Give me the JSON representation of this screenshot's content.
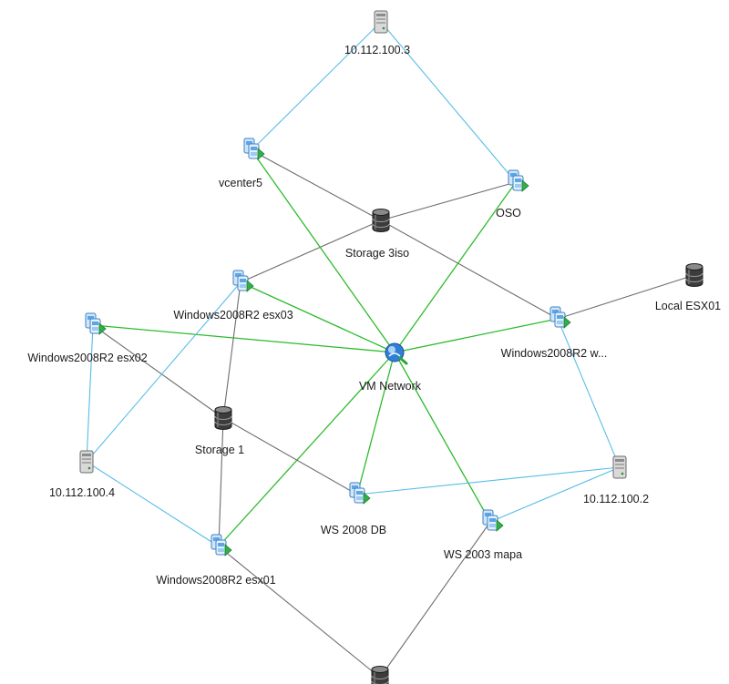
{
  "colors": {
    "host_link": "#58bde6",
    "network_link": "#2dbb2d",
    "storage_link": "#6e6e6e",
    "vm_accent": "#5aa6e8",
    "vm_play": "#2fb04a",
    "label": "#1a1a1a"
  },
  "nodes": [
    {
      "id": "h3",
      "kind": "host",
      "label": "10.112.100.3"
    },
    {
      "id": "vc5",
      "kind": "vm",
      "label": "vcenter5"
    },
    {
      "id": "oso",
      "kind": "vm",
      "label": "OSO"
    },
    {
      "id": "s3",
      "kind": "storage",
      "label": "Storage  3iso"
    },
    {
      "id": "le",
      "kind": "storage",
      "label": "Local ESX01"
    },
    {
      "id": "w03",
      "kind": "vm",
      "label": "Windows2008R2  esx03"
    },
    {
      "id": "w02",
      "kind": "vm",
      "label": "Windows2008R2  esx02"
    },
    {
      "id": "ww",
      "kind": "vm",
      "label": "Windows2008R2  w..."
    },
    {
      "id": "net",
      "kind": "network",
      "label": "VM Network"
    },
    {
      "id": "s1",
      "kind": "storage",
      "label": "Storage  1"
    },
    {
      "id": "h4",
      "kind": "host",
      "label": "10.112.100.4"
    },
    {
      "id": "h2",
      "kind": "host",
      "label": "10.112.100.2"
    },
    {
      "id": "wsdb",
      "kind": "vm",
      "label": "WS 2008 DB"
    },
    {
      "id": "wsm",
      "kind": "vm",
      "label": "WS 2003 mapa"
    },
    {
      "id": "w01",
      "kind": "vm",
      "label": "Windows2008R2  esx01"
    },
    {
      "id": "sb",
      "kind": "storage",
      "label": ""
    }
  ],
  "links": [
    {
      "from": "h3",
      "to": "vc5",
      "type": "host"
    },
    {
      "from": "h3",
      "to": "oso",
      "type": "host"
    },
    {
      "from": "vc5",
      "to": "s3",
      "type": "storage"
    },
    {
      "from": "oso",
      "to": "s3",
      "type": "storage"
    },
    {
      "from": "w03",
      "to": "s3",
      "type": "storage"
    },
    {
      "from": "ww",
      "to": "s3",
      "type": "storage"
    },
    {
      "from": "ww",
      "to": "le",
      "type": "storage"
    },
    {
      "from": "vc5",
      "to": "net",
      "type": "network"
    },
    {
      "from": "oso",
      "to": "net",
      "type": "network"
    },
    {
      "from": "w03",
      "to": "net",
      "type": "network"
    },
    {
      "from": "w02",
      "to": "net",
      "type": "network"
    },
    {
      "from": "ww",
      "to": "net",
      "type": "network"
    },
    {
      "from": "wsdb",
      "to": "net",
      "type": "network"
    },
    {
      "from": "wsm",
      "to": "net",
      "type": "network"
    },
    {
      "from": "w01",
      "to": "net",
      "type": "network"
    },
    {
      "from": "w02",
      "to": "s1",
      "type": "storage"
    },
    {
      "from": "w03",
      "to": "s1",
      "type": "storage"
    },
    {
      "from": "wsdb",
      "to": "s1",
      "type": "storage"
    },
    {
      "from": "w01",
      "to": "s1",
      "type": "storage"
    },
    {
      "from": "w02",
      "to": "h4",
      "type": "host"
    },
    {
      "from": "h4",
      "to": "w03",
      "type": "host"
    },
    {
      "from": "h4",
      "to": "w01",
      "type": "host"
    },
    {
      "from": "ww",
      "to": "h2",
      "type": "host"
    },
    {
      "from": "h2",
      "to": "wsdb",
      "type": "host"
    },
    {
      "from": "h2",
      "to": "wsm",
      "type": "host"
    },
    {
      "from": "w01",
      "to": "sb",
      "type": "storage"
    },
    {
      "from": "wsm",
      "to": "sb",
      "type": "storage"
    }
  ]
}
